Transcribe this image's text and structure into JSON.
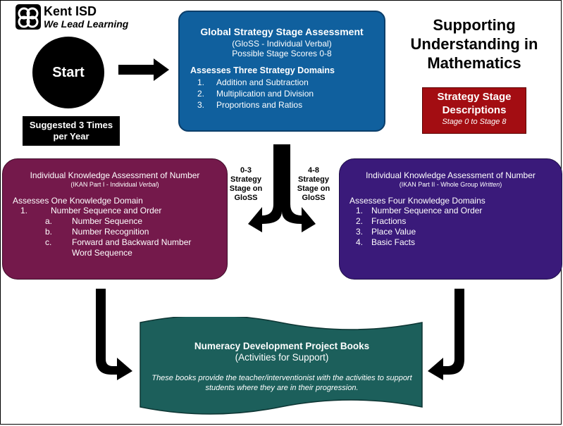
{
  "logo": {
    "name": "Kent ISD",
    "tagline": "We Lead Learning"
  },
  "start": {
    "label": "Start"
  },
  "frequency": {
    "label": "Suggested 3 Times per Year"
  },
  "gloss": {
    "title": "Global Strategy Stage Assessment",
    "subtitle": "(GloSS - Individual Verbal)",
    "scores": "Possible Stage Scores 0-8",
    "domains_heading": "Assesses Three Strategy Domains",
    "domains": [
      {
        "num": "1.",
        "label": "Addition and Subtraction"
      },
      {
        "num": "2.",
        "label": "Multiplication and Division"
      },
      {
        "num": "3.",
        "label": "Proportions and Ratios"
      }
    ]
  },
  "heading": {
    "line1": "Supporting",
    "line2": "Understanding in",
    "line3": "Mathematics"
  },
  "stages": {
    "title_line1": "Strategy Stage",
    "title_line2": "Descriptions",
    "subtitle": "Stage 0 to Stage 8"
  },
  "split": {
    "left_label": [
      "0-3",
      "Strategy",
      "Stage on",
      "GloSS"
    ],
    "right_label": [
      "4-8",
      "Strategy",
      "Stage on",
      "GloSS"
    ]
  },
  "ikan1": {
    "title": "Individual Knowledge Assessment of Number",
    "subtitle_prefix": "(IKAN Part I - Individual ",
    "subtitle_em": "Verbal",
    "subtitle_suffix": ")",
    "domains_heading": "Assesses One Knowledge Domain",
    "item1_num": "1.",
    "item1_label": "Number Sequence and Order",
    "subitems": [
      {
        "num": "a.",
        "label": "Number Sequence"
      },
      {
        "num": "b.",
        "label": "Number Recognition"
      },
      {
        "num": "c.",
        "label": "Forward and Backward Number"
      }
    ],
    "subitem_c_cont": "Word Sequence"
  },
  "ikan2": {
    "title": "Individual Knowledge Assessment of Number",
    "subtitle_prefix": "(IKAN Part II - Whole Group ",
    "subtitle_em": "Written",
    "subtitle_suffix": ")",
    "domains_heading": "Assesses Four Knowledge Domains",
    "domains": [
      {
        "num": "1.",
        "label": "Number Sequence and Order"
      },
      {
        "num": "2.",
        "label": "Fractions"
      },
      {
        "num": "3.",
        "label": "Place Value"
      },
      {
        "num": "4.",
        "label": "Basic Facts"
      }
    ]
  },
  "books": {
    "title": "Numeracy Development Project Books",
    "subtitle": "(Activities for Support)",
    "description": "These books provide the teacher/interventionist with the activities to support students where they are in their progression."
  },
  "colors": {
    "gloss": "#10609e",
    "ikan1": "#74194b",
    "ikan2": "#3a1a7a",
    "stages": "#a30d12",
    "books": "#1c5f5b"
  }
}
